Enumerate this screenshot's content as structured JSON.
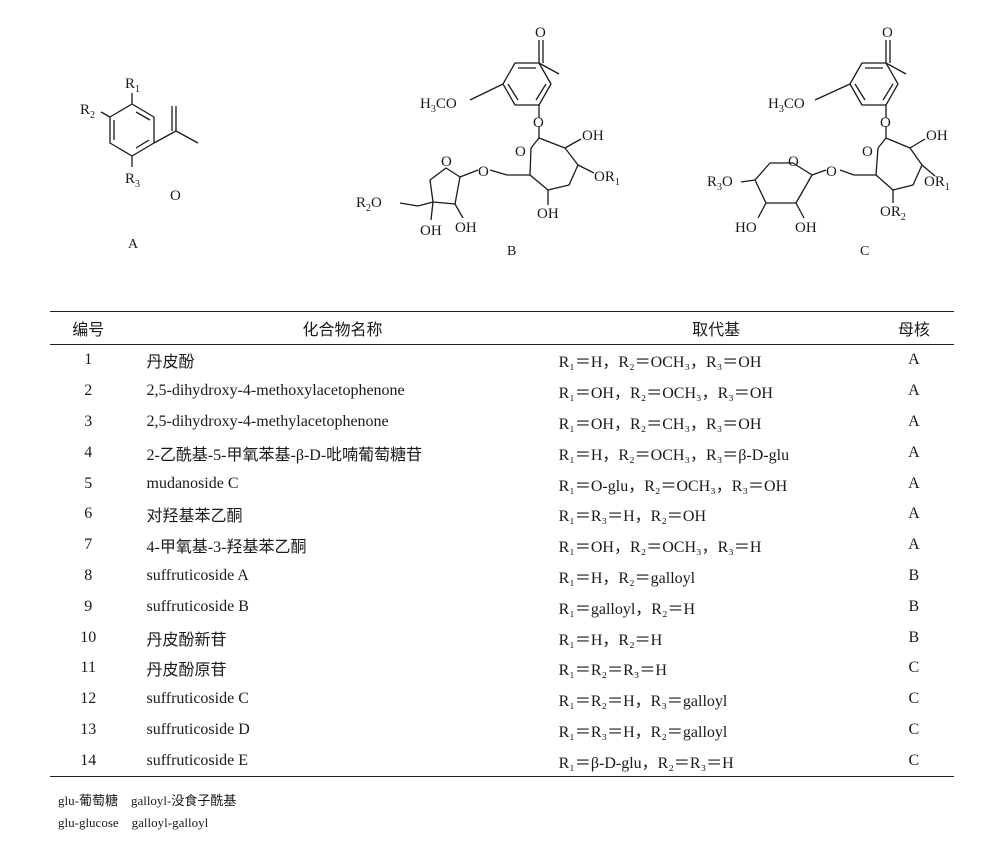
{
  "structures": {
    "A": {
      "caption": "A",
      "labels": {
        "r1": "R",
        "r1_sub": "1",
        "r2": "R",
        "r2_sub": "2",
        "r3": "R",
        "r3_sub": "3",
        "o": "O"
      }
    },
    "B": {
      "caption": "B",
      "labels": {
        "o_keto": "O",
        "h3co": "H",
        "h3co_sub": "3",
        "h3co_rest": "CO",
        "o_glyc": "O",
        "oh_a": "OH",
        "o_ring": "O",
        "o_link": "O",
        "or1": "OR",
        "or1_sub": "1",
        "oh_b": "OH",
        "o_fur": "O",
        "r2o": "R",
        "r2o_sub": "2",
        "r2o_rest": "O",
        "oh_c": "OH",
        "oh_d": "OH"
      }
    },
    "C": {
      "caption": "C",
      "labels": {
        "o_keto": "O",
        "h3co": "H",
        "h3co_sub": "3",
        "h3co_rest": "CO",
        "o_glyc": "O",
        "oh_a": "OH",
        "o_ring": "O",
        "o_pyr": "O",
        "o_link": "O",
        "r3o": "R",
        "r3o_sub": "3",
        "r3o_rest": "O",
        "or1": "OR",
        "or1_sub": "1",
        "or2": "OR",
        "or2_sub": "2",
        "ho": "HO",
        "oh_b": "OH"
      }
    }
  },
  "table": {
    "headers": [
      "编号",
      "化合物名称",
      "取代基",
      "母核"
    ],
    "rows": [
      {
        "no": "1",
        "name": "丹皮酚",
        "sub": "R₁＝H，R₂＝OCH₃，R₃＝OH",
        "core": "A"
      },
      {
        "no": "2",
        "name": "2,5-dihydroxy-4-methoxylacetophenone",
        "sub": "R₁＝OH，R₂＝OCH₃，R₃＝OH",
        "core": "A"
      },
      {
        "no": "3",
        "name": "2,5-dihydroxy-4-methylacetophenone",
        "sub": "R₁＝OH，R₂＝CH₃，R₃＝OH",
        "core": "A"
      },
      {
        "no": "4",
        "name": "2-乙酰基-5-甲氧苯基-β-D-吡喃葡萄糖苷",
        "sub": "R₁＝H，R₂＝OCH₃，R₃＝β-D-glu",
        "core": "A"
      },
      {
        "no": "5",
        "name": "mudanoside C",
        "sub": "R₁＝O-glu，R₂＝OCH₃，R₃＝OH",
        "core": "A"
      },
      {
        "no": "6",
        "name": "对羟基苯乙酮",
        "sub": "R₁＝R₃＝H，R₂＝OH",
        "core": "A"
      },
      {
        "no": "7",
        "name": "4-甲氧基-3-羟基苯乙酮",
        "sub": "R₁＝OH，R₂＝OCH₃，R₃＝H",
        "core": "A"
      },
      {
        "no": "8",
        "name": "suffruticoside A",
        "sub": "R₁＝H，R₂＝galloyl",
        "core": "B"
      },
      {
        "no": "9",
        "name": "suffruticoside B",
        "sub": "R₁＝galloyl，R₂＝H",
        "core": "B"
      },
      {
        "no": "10",
        "name": "丹皮酚新苷",
        "sub": "R₁＝H，R₂＝H",
        "core": "B"
      },
      {
        "no": "11",
        "name": "丹皮酚原苷",
        "sub": "R₁＝R₂＝R₃＝H",
        "core": "C"
      },
      {
        "no": "12",
        "name": "suffruticoside C",
        "sub": "R₁＝R₂＝H，R₃＝galloyl",
        "core": "C"
      },
      {
        "no": "13",
        "name": "suffruticoside D",
        "sub": "R₁＝R₃＝H，R₂＝galloyl",
        "core": "C"
      },
      {
        "no": "14",
        "name": "suffruticoside E",
        "sub": "R₁＝β-D-glu，R₂＝R₃＝H",
        "core": "C"
      }
    ]
  },
  "notes": [
    "glu-葡萄糖　galloyl-没食子酰基",
    "glu-glucose　galloyl-galloyl"
  ]
}
